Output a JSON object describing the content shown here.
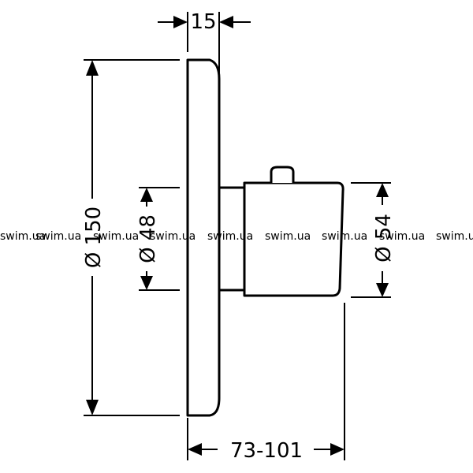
{
  "dimensions": {
    "top_depth": "15",
    "plate_diameter": "Ø 150",
    "neck_diameter": "Ø 48",
    "handle_diameter": "Ø 54",
    "total_depth": "73-101"
  },
  "watermark": "swim.ua"
}
